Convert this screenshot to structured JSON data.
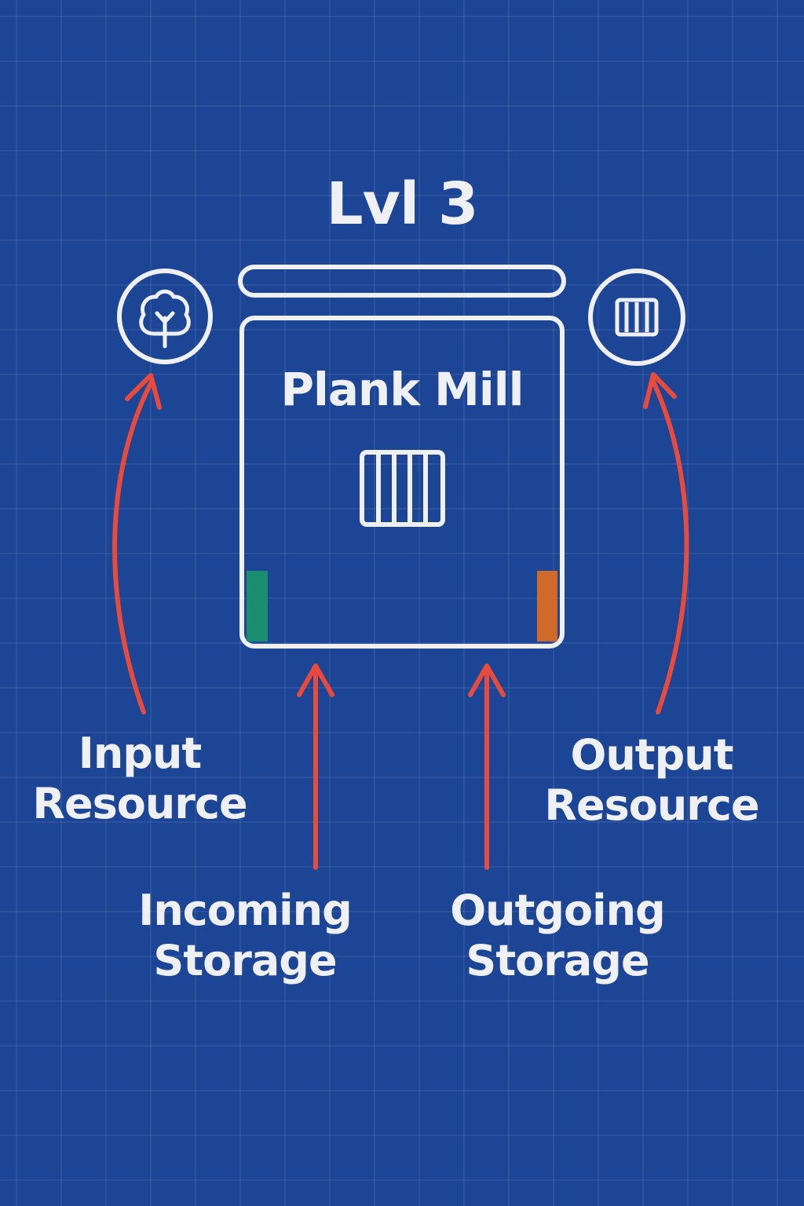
{
  "level": {
    "label": "Lvl 3"
  },
  "building": {
    "name": "Plank Mill",
    "icon": "planks-icon",
    "input_bar_color": "#1a8c70",
    "output_bar_color": "#cf6a2a"
  },
  "input_resource": {
    "icon": "tree-icon",
    "label_line1": "Input",
    "label_line2": "Resource"
  },
  "output_resource": {
    "icon": "planks-icon",
    "label_line1": "Output",
    "label_line2": "Resource"
  },
  "incoming_storage": {
    "label_line1": "Incoming",
    "label_line2": "Storage"
  },
  "outgoing_storage": {
    "label_line1": "Outgoing",
    "label_line2": "Storage"
  },
  "colors": {
    "background": "#1d4596",
    "outline": "#eef0f4",
    "arrow": "#e84a3c"
  }
}
